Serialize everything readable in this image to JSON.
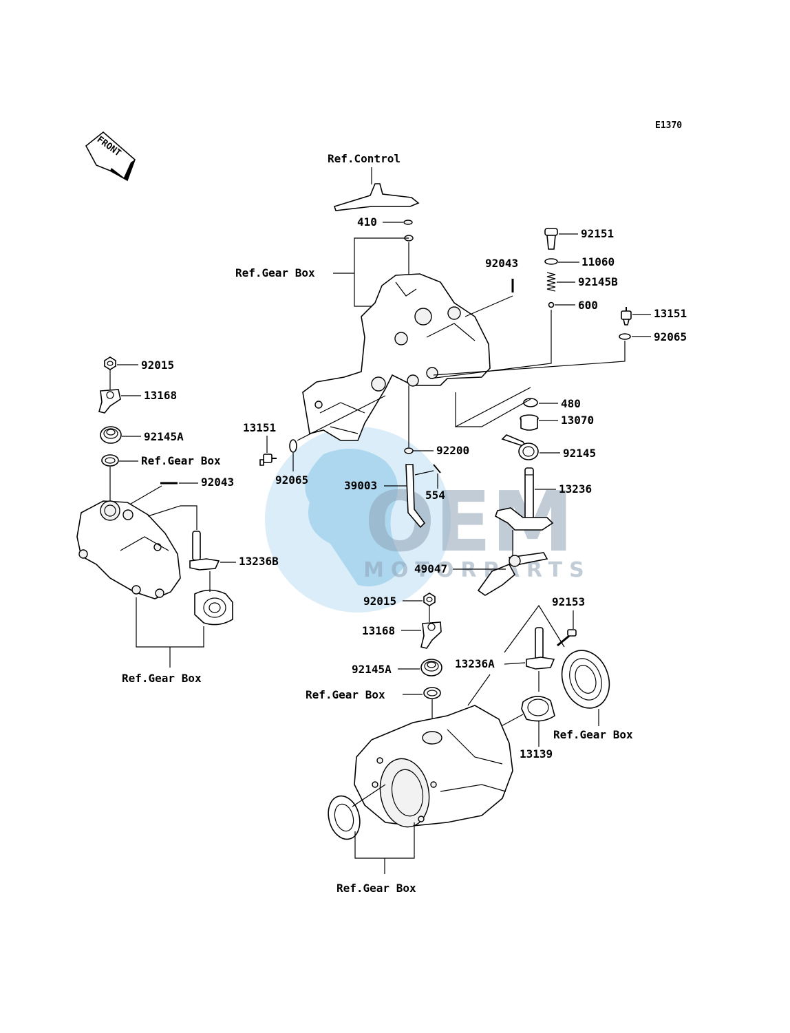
{
  "diagram_code": "E1370",
  "front_label": "FRONT",
  "watermark": {
    "brand": "OEM",
    "sub": "MOTORPARTS",
    "colors": {
      "globe": "#5aaee0",
      "text": "#8fa3b8"
    }
  },
  "labels": {
    "ref_control": "Ref.Control",
    "p410": "410",
    "ref_gear_box_top": "Ref.Gear Box",
    "p92043_top": "92043",
    "p92151": "92151",
    "p11060": "11060",
    "p92145b": "92145B",
    "p600": "600",
    "p13151_right": "13151",
    "p92065_right": "92065",
    "p92015_left": "92015",
    "p13168_left": "13168",
    "p92145a_left": "92145A",
    "ref_gear_box_left_seal": "Ref.Gear Box",
    "p92043_left": "92043",
    "p13236b": "13236B",
    "ref_gear_box_left_bottom": "Ref.Gear Box",
    "p13151_center": "13151",
    "p92065_center": "92065",
    "p39003": "39003",
    "p554": "554",
    "p92200": "92200",
    "p480": "480",
    "p13070": "13070",
    "p92145": "92145",
    "p13236": "13236",
    "p49047": "49047",
    "p92015_center": "92015",
    "p13168_center": "13168",
    "p92145a_center": "92145A",
    "ref_gear_box_center_seal": "Ref.Gear Box",
    "p13236a": "13236A",
    "p92153": "92153",
    "ref_gear_box_bearing": "Ref.Gear Box",
    "p13139": "13139",
    "ref_gear_box_bottom": "Ref.Gear Box"
  }
}
